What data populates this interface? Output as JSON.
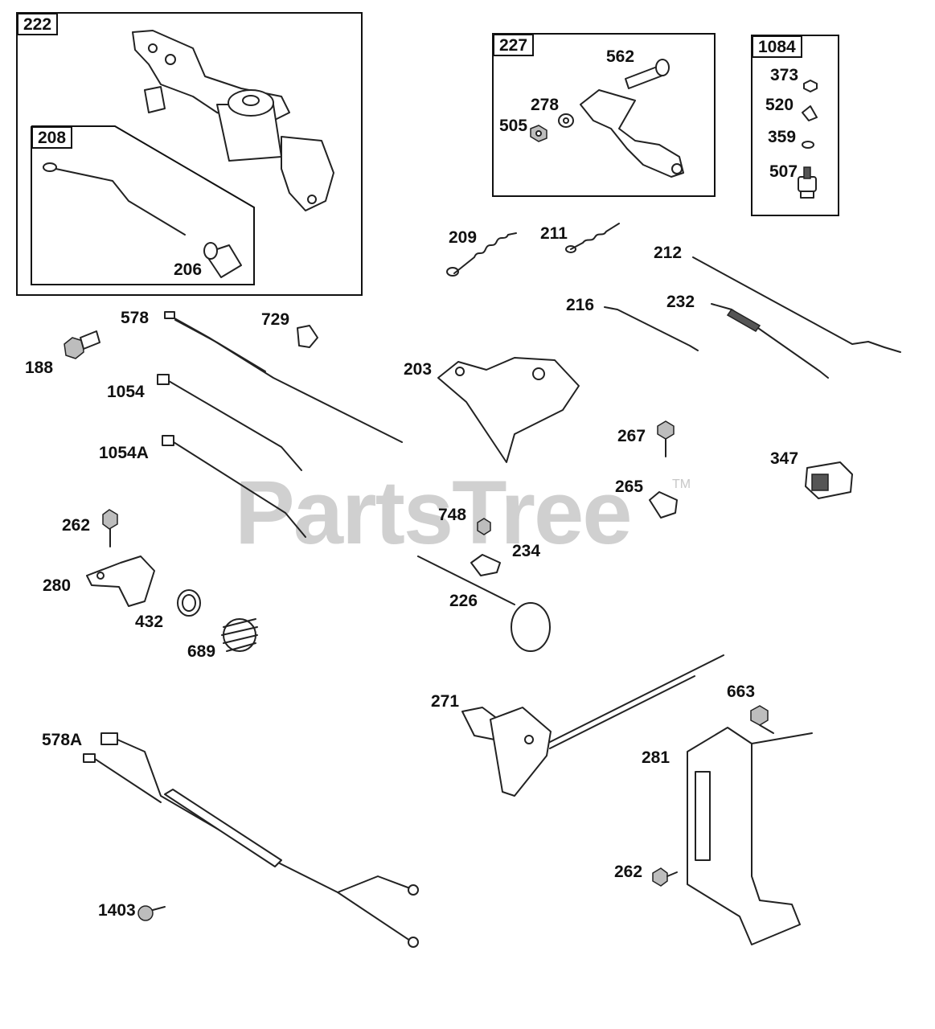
{
  "watermark": {
    "text": "PartsTree",
    "tm": "TM"
  },
  "groups": [
    {
      "id": "222",
      "label": "222"
    },
    {
      "id": "208",
      "label": "208"
    },
    {
      "id": "227",
      "label": "227"
    },
    {
      "id": "1084",
      "label": "1084"
    }
  ],
  "labels": {
    "p206": "206",
    "p562": "562",
    "p278": "278",
    "p505": "505",
    "p373": "373",
    "p520": "520",
    "p359": "359",
    "p507": "507",
    "p209": "209",
    "p211": "211",
    "p212": "212",
    "p216": "216",
    "p232": "232",
    "p578": "578",
    "p729": "729",
    "p188": "188",
    "p1054": "1054",
    "p1054A": "1054A",
    "p203": "203",
    "p267": "267",
    "p347": "347",
    "p265": "265",
    "p262a": "262",
    "p748": "748",
    "p234": "234",
    "p280": "280",
    "p432": "432",
    "p689": "689",
    "p226": "226",
    "p271": "271",
    "p663": "663",
    "p578A": "578A",
    "p281": "281",
    "p262b": "262",
    "p1403": "1403"
  }
}
